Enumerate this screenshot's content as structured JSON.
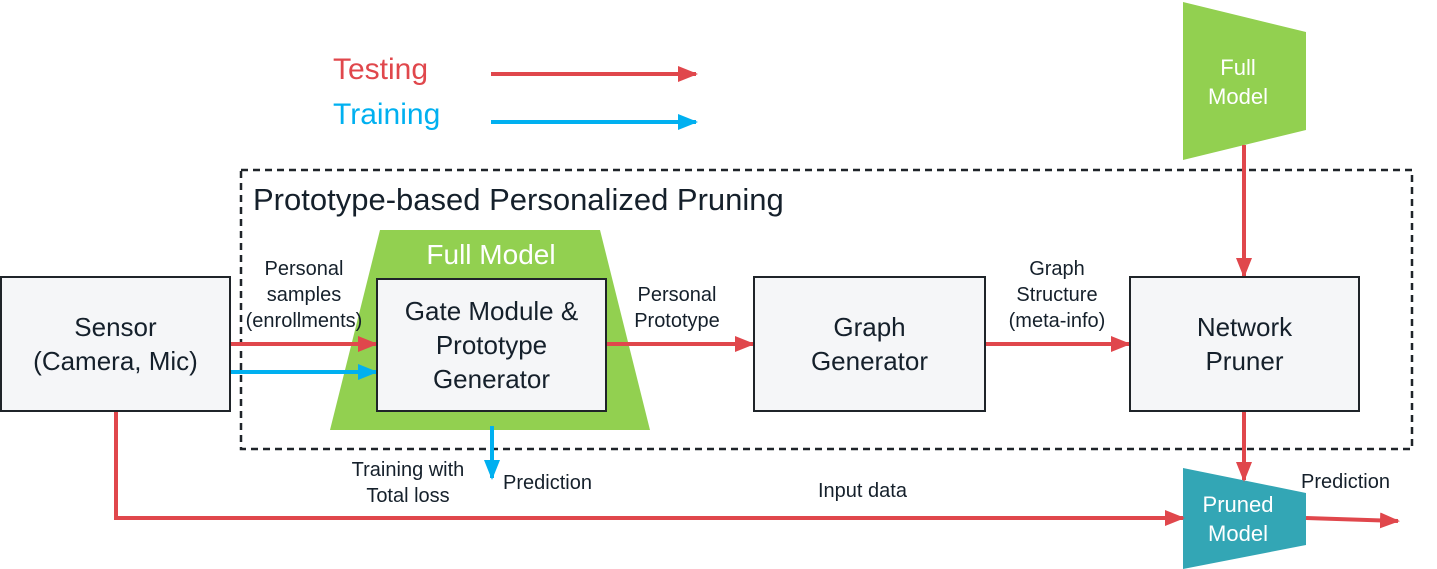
{
  "colors": {
    "testing": "#e0474c",
    "training": "#00b0f0",
    "green": "#92d050",
    "teal": "#33a6b5",
    "box_border": "#1f2429",
    "box_fill": "#f5f6f8",
    "text": "#15202b"
  },
  "legend": {
    "testing": "Testing",
    "training": "Training"
  },
  "full_model_top": {
    "line1": "Full",
    "line2": "Model"
  },
  "region_title": "Prototype-based Personalized Pruning",
  "full_model_inner": "Full Model",
  "sensor": {
    "line1": "Sensor",
    "line2": "(Camera, Mic)"
  },
  "gate": {
    "line1": "Gate Module &",
    "line2": "Prototype",
    "line3": "Generator"
  },
  "graph_generator": {
    "line1": "Graph",
    "line2": "Generator"
  },
  "network_pruner": {
    "line1": "Network",
    "line2": "Pruner"
  },
  "pruned_model": {
    "line1": "Pruned",
    "line2": "Model"
  },
  "labels": {
    "personal_samples": {
      "line1": "Personal",
      "line2": "samples",
      "line3": "(enrollments)"
    },
    "personal_prototype": {
      "line1": "Personal",
      "line2": "Prototype"
    },
    "graph_structure": {
      "line1": "Graph",
      "line2": "Structure",
      "line3": "(meta-info)"
    },
    "training_loss": {
      "line1": "Training with",
      "line2": "Total loss"
    },
    "prediction_mid": "Prediction",
    "input_data": "Input data",
    "prediction_out": "Prediction"
  }
}
